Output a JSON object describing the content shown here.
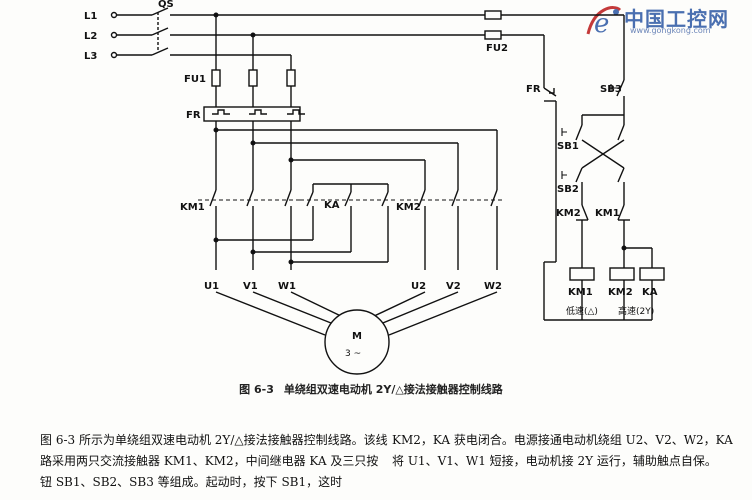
{
  "watermark": {
    "brand": "中国工控网",
    "url": "www.gongkong.com"
  },
  "labels": {
    "l1": "L1",
    "l2": "L2",
    "l3": "L3",
    "qs": "QS",
    "fu1": "FU1",
    "fu2": "FU2",
    "fr": "FR",
    "fr_ctrl": "FR",
    "km1": "KM1",
    "ka": "KA",
    "km2": "KM2",
    "u1": "U1",
    "v1": "V1",
    "w1": "W1",
    "u2": "U2",
    "v2": "V2",
    "w2": "W2",
    "motor_m": "M",
    "motor_phase": "3 ~",
    "sb3": "SB3",
    "sb1": "SB1",
    "sb2": "SB2",
    "km2_ctrl": "KM2",
    "km1_ctrl": "KM1",
    "coil_km1": "KM1",
    "coil_km2": "KM2",
    "coil_ka": "KA",
    "low_speed": "低速(△)",
    "high_speed": "高速(2Y)"
  },
  "caption": {
    "number": "图 6-3",
    "title": "单绕组双速电动机 2Y/△接法接触器控制线路"
  },
  "body": {
    "left": "图 6-3 所示为单绕组双速电动机 2Y/△接法接触器控制线路。该线路采用两只交流接触器 KM1、KM2，中间继电器 KA 及三只按钮 SB1、SB2、SB3 等组成。起动时，按下 SB1，这时",
    "right": "KM2，KA 获电闭合。电源接通电动机绕组 U2、V2、W2，KA 将 U1、V1、W1 短接，电动机接 2Y 运行，辅助触点自保。"
  },
  "colors": {
    "ink": "#111111",
    "logo_blue": "#4a6fb0"
  }
}
